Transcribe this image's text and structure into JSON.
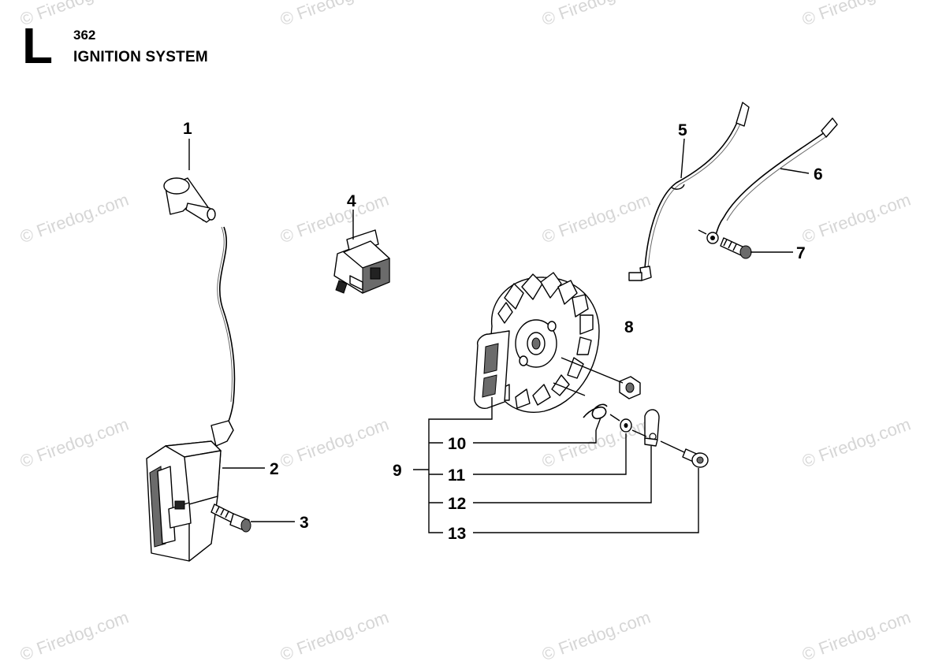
{
  "header": {
    "section_letter": "L",
    "model": "362",
    "title": "IGNITION SYSTEM"
  },
  "watermarks": [
    "© Firedog.com",
    "© Firedog.com",
    "© Firedog.com",
    "© Firedog.com",
    "© Firedog.com",
    "© Firedog.com",
    "© Firedog.com",
    "© Firedog.com",
    "© Firedog.com",
    "© Firedog.com",
    "© Firedog.com",
    "© Firedog.com",
    "© Firedog.com",
    "© Firedog.com",
    "© Firedog.com",
    "© Firedog.com"
  ],
  "callouts": {
    "c1": "1",
    "c2": "2",
    "c3": "3",
    "c4": "4",
    "c5": "5",
    "c6": "6",
    "c7": "7",
    "c8": "8",
    "c9": "9",
    "c10": "10",
    "c11": "11",
    "c12": "12",
    "c13": "13"
  },
  "parts": {
    "spark_plug_cap": "spark-plug-cap-icon",
    "ignition_module": "ignition-module-icon",
    "module_screw": "screw-icon",
    "stop_switch": "stop-switch-icon",
    "short_circuit_cable": "cable-icon",
    "ground_cable": "cable-icon",
    "cable_screw": "screw-icon",
    "flywheel": "flywheel-icon",
    "flywheel_nut": "nut-icon",
    "spring": "spring-icon",
    "washer": "washer-icon",
    "pawl": "pawl-icon",
    "pawl_screw": "screw-icon"
  }
}
